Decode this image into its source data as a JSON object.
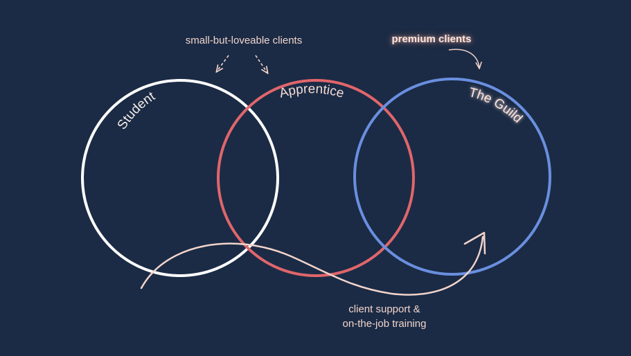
{
  "colors": {
    "background": "#1b2b45",
    "student": "#ffffff",
    "apprentice": "#e0666c",
    "guild": "#6a8fe0",
    "accent_text": "#f2d4cc",
    "arrow": "#f2d4cc"
  },
  "circles": {
    "student": {
      "label": "Student"
    },
    "apprentice": {
      "label": "Apprentice"
    },
    "guild": {
      "label": "The Guild"
    }
  },
  "annotations": {
    "small_clients": "small-but-loveable clients",
    "premium_clients": "premium clients",
    "support_line1": "client support &",
    "support_line2": "on-the-job training"
  }
}
